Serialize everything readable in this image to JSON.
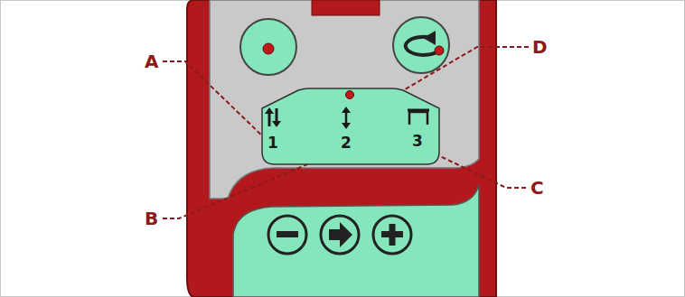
{
  "diagram": {
    "nodes": [
      {
        "text": [
          "1",
          "2",
          "3"
        ]
      }
    ],
    "labels": [
      "A",
      "B",
      "C",
      "D"
    ]
  }
}
